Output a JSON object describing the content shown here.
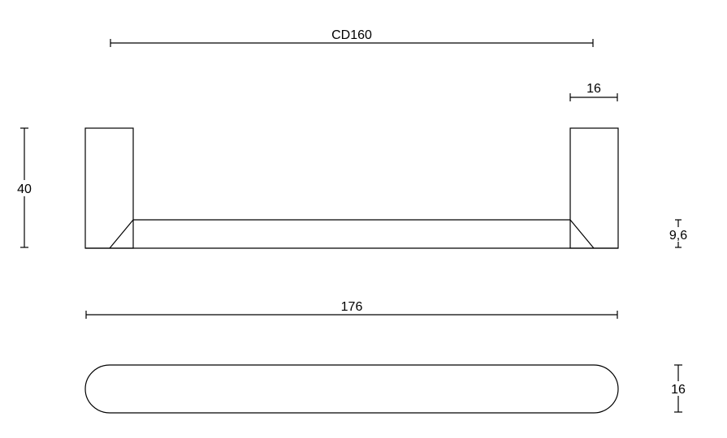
{
  "dimensions": {
    "center_distance": "CD160",
    "post_width": "16",
    "height": "40",
    "bar_thickness": "9,6",
    "overall_length": "176",
    "depth": "16"
  }
}
